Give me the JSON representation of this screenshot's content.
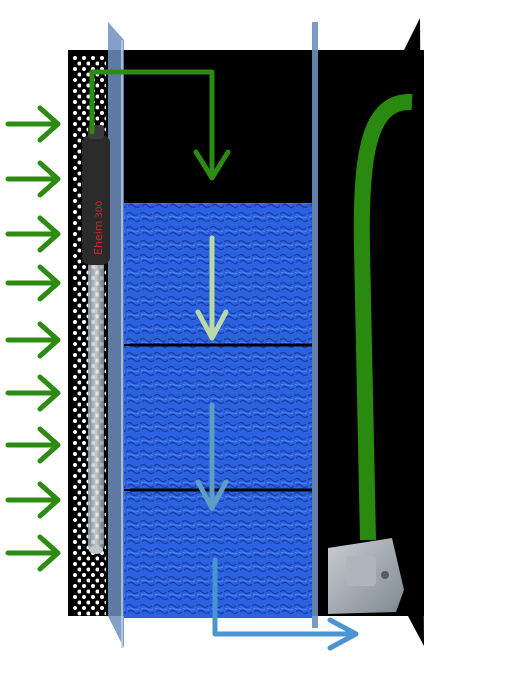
{
  "heater": {
    "brand_text": "Eheim",
    "model_text": "300"
  },
  "colors": {
    "intake_arrow": "#2e8b12",
    "flow_arrow_top": "#2e8b12",
    "flow_arrow_light": "#b9d9a6",
    "flow_arrow_mid": "#5f9ec4",
    "flow_arrow_out": "#4b94d2",
    "sponge": "#2b62e0",
    "tank_background": "#000000",
    "hose": "#2a8a10",
    "pump": "#9aa2ab"
  },
  "layout_labels": {
    "intake_arrows_count_visible": 9
  }
}
